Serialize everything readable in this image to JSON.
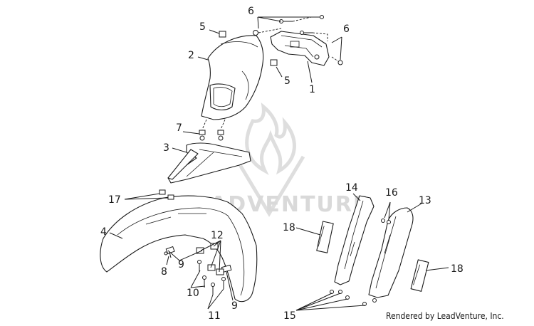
{
  "watermark": {
    "text": "ADVENTURE"
  },
  "credit": "Rendered by LeadVenture, Inc.",
  "callouts": {
    "c1": "1",
    "c2": "2",
    "c3": "3",
    "c4": "4",
    "c5a": "5",
    "c5b": "5",
    "c6a": "6",
    "c6b": "6",
    "c7": "7",
    "c8": "8",
    "c9a": "9",
    "c9b": "9",
    "c10": "10",
    "c11": "11",
    "c12": "12",
    "c13": "13",
    "c14": "14",
    "c15": "15",
    "c16": "16",
    "c17": "17",
    "c18a": "18",
    "c18b": "18"
  }
}
